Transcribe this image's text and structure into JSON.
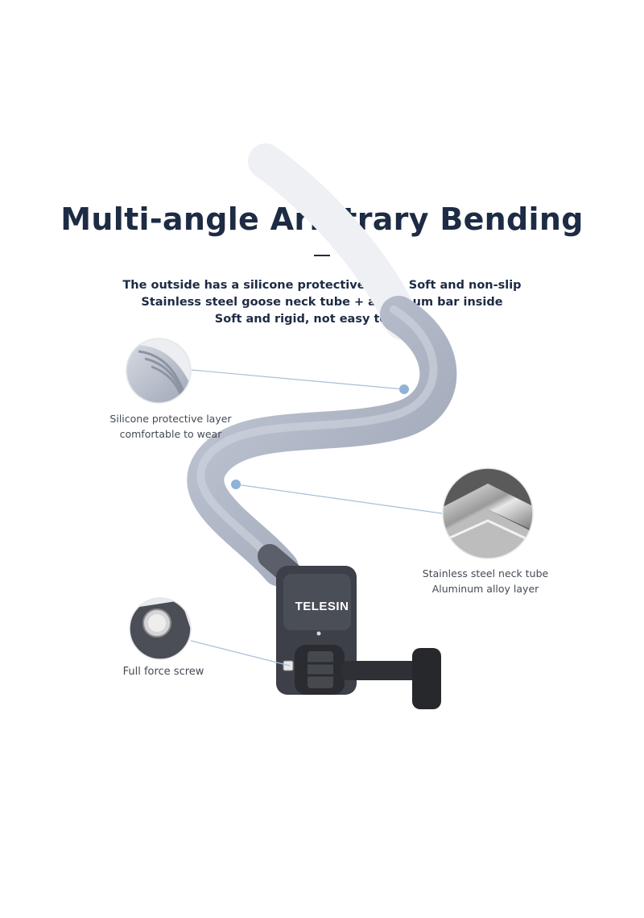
{
  "headline": "Multi-angle Arbitrary Bending",
  "description": [
    "The outside has a silicone protective layer, Soft and non-slip",
    "Stainless steel goose neck tube + aluminum bar inside",
    "Soft and rigid, not easy to break"
  ],
  "callouts": {
    "silicone": [
      "Silicone protective layer",
      "comfortable to wear"
    ],
    "steel": [
      "Stainless steel neck tube",
      "Aluminum alloy layer"
    ],
    "screw": [
      "Full force screw"
    ]
  },
  "brand": "TELESIN",
  "colors": {
    "headline": "#1d2b44",
    "tube": "#a7afbf",
    "tube_shadow": "#8890a0",
    "dot": "#8fb2d8",
    "mount": "#3d4048"
  }
}
